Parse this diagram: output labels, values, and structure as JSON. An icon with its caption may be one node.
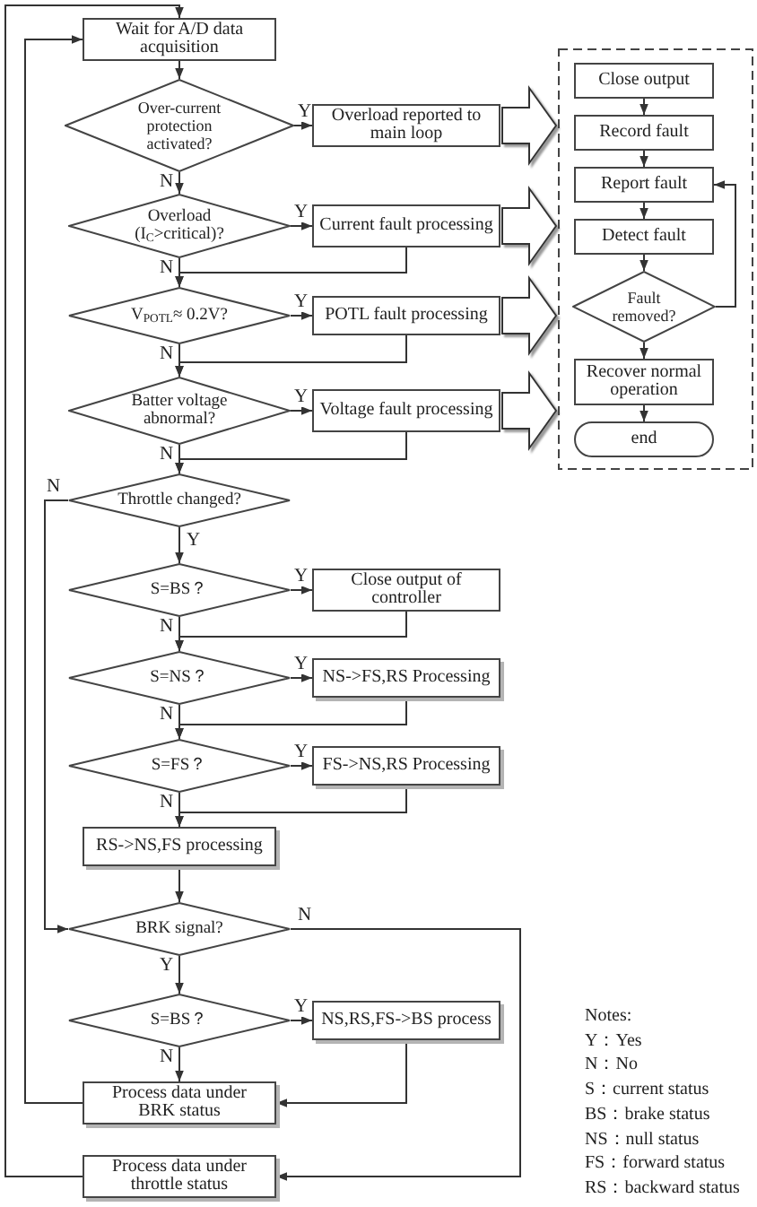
{
  "diagram": {
    "nodes": [
      {
        "text": [
          "Wait for A/D data acquisition"
        ]
      },
      {
        "text": [
          "Over-current protection activated?"
        ]
      },
      {
        "text": [
          "Overload reported to main loop"
        ]
      },
      {
        "text": [
          "Overload (I$_{C}$>critical)?"
        ]
      },
      {
        "text": [
          "Current fault processing"
        ]
      },
      {
        "text": [
          "V$_{POTL}$≈ 0.2V?"
        ]
      },
      {
        "text": [
          "POTL fault processing"
        ]
      },
      {
        "text": [
          "Batter voltage abnormal?"
        ]
      },
      {
        "text": [
          "Voltage fault processing"
        ]
      },
      {
        "text": [
          "Throttle changed?"
        ]
      },
      {
        "text": [
          "S=BS？"
        ]
      },
      {
        "text": [
          "Close output of controller"
        ]
      },
      {
        "text": [
          "S=NS？"
        ]
      },
      {
        "text": [
          "NS->FS,RS Processing"
        ]
      },
      {
        "text": [
          "S=FS？"
        ]
      },
      {
        "text": [
          "FS->NS,RS Processing"
        ]
      },
      {
        "text": [
          "RS->NS,FS processing"
        ]
      },
      {
        "text": [
          "BRK signal?"
        ]
      },
      {
        "text": [
          "S=BS？"
        ]
      },
      {
        "text": [
          "NS,RS,FS->BS process"
        ]
      },
      {
        "text": [
          "Process data under BRK status"
        ]
      },
      {
        "text": [
          "Process data under throttle status"
        ]
      },
      {
        "text": [],
        "shape": "box"
      },
      {
        "text": [
          "Close output"
        ],
        "in": 22
      },
      {
        "text": [
          "Record fault"
        ],
        "in": 22
      },
      {
        "text": [
          "Report fault"
        ],
        "in": 22
      },
      {
        "text": [
          "Detect fault"
        ],
        "in": 22
      },
      {
        "text": [
          "Fault removed?"
        ],
        "in": 22
      },
      {
        "text": [
          "Recover normal operation"
        ],
        "in": 22
      },
      {
        "text": [
          "end"
        ],
        "in": 22
      }
    ],
    "edges": [
      {
        "from": 21,
        "to": 0,
        "arrow": "to"
      },
      {
        "from": 20,
        "to": 0,
        "arrow": "to"
      },
      {
        "from": 0,
        "to": 1,
        "arrow": "to"
      },
      {
        "from": 1,
        "to": 2,
        "arrow": "to",
        "label": "Y"
      },
      {
        "from": 1,
        "to": 3,
        "arrow": "to",
        "label": "N"
      },
      {
        "from": 3,
        "to": 4,
        "arrow": "to",
        "label": "Y"
      },
      {
        "from": 3,
        "to": 5,
        "arrow": "to",
        "label": "N"
      },
      {
        "from": 4,
        "to": 5,
        "arrow": "to"
      },
      {
        "from": 5,
        "to": 6,
        "arrow": "to",
        "label": "Y"
      },
      {
        "from": 5,
        "to": 7,
        "arrow": "to",
        "label": "N"
      },
      {
        "from": 6,
        "to": 7,
        "arrow": "to"
      },
      {
        "from": 7,
        "to": 8,
        "arrow": "to",
        "label": "Y"
      },
      {
        "from": 7,
        "to": 9,
        "arrow": "to",
        "label": "N"
      },
      {
        "from": 8,
        "to": 9,
        "arrow": "to"
      },
      {
        "from": 9,
        "to": 10,
        "arrow": "to",
        "label": "Y"
      },
      {
        "from": 9,
        "to": 17,
        "arrow": "to",
        "label": "N"
      },
      {
        "from": 10,
        "to": 11,
        "arrow": "to",
        "label": "Y"
      },
      {
        "from": 10,
        "to": 12,
        "arrow": "to",
        "label": "N"
      },
      {
        "from": 11,
        "to": 12,
        "arrow": "to"
      },
      {
        "from": 12,
        "to": 13,
        "arrow": "to",
        "label": "Y"
      },
      {
        "from": 12,
        "to": 14,
        "arrow": "to",
        "label": "N"
      },
      {
        "from": 13,
        "to": 14,
        "arrow": "to"
      },
      {
        "from": 14,
        "to": 15,
        "arrow": "to",
        "label": "Y"
      },
      {
        "from": 14,
        "to": 16,
        "arrow": "to",
        "label": "N"
      },
      {
        "from": 15,
        "to": 16,
        "arrow": "to"
      },
      {
        "from": 16,
        "to": 17,
        "arrow": "to"
      },
      {
        "from": 17,
        "to": 18,
        "arrow": "to",
        "label": "Y"
      },
      {
        "from": 17,
        "to": 21,
        "arrow": "to",
        "label": "N"
      },
      {
        "from": 18,
        "to": 19,
        "arrow": "to",
        "label": "Y"
      },
      {
        "from": 18,
        "to": 20,
        "arrow": "to",
        "label": "N"
      },
      {
        "from": 19,
        "to": 20,
        "arrow": "to"
      },
      {
        "from": 2,
        "to": 22,
        "arrow": "to",
        "style": "thick"
      },
      {
        "from": 4,
        "to": 22,
        "arrow": "to",
        "style": "thick"
      },
      {
        "from": 6,
        "to": 22,
        "arrow": "to",
        "style": "thick"
      },
      {
        "from": 8,
        "to": 22,
        "arrow": "to",
        "style": "thick"
      },
      {
        "from": 23,
        "to": 24,
        "arrow": "to"
      },
      {
        "from": 24,
        "to": 25,
        "arrow": "to"
      },
      {
        "from": 25,
        "to": 26,
        "arrow": "to"
      },
      {
        "from": 26,
        "to": 27,
        "arrow": "to"
      },
      {
        "from": 27,
        "to": 28,
        "arrow": "to"
      },
      {
        "from": 27,
        "to": 25,
        "arrow": "to"
      },
      {
        "from": 28,
        "to": 29,
        "arrow": "to"
      }
    ],
    "labels": [
      "Notes:",
      "Y：Yes",
      "N：No",
      "S：current status",
      "BS：brake status",
      "NS：null status",
      "FS：forward status",
      "RS：backward status"
    ]
  }
}
